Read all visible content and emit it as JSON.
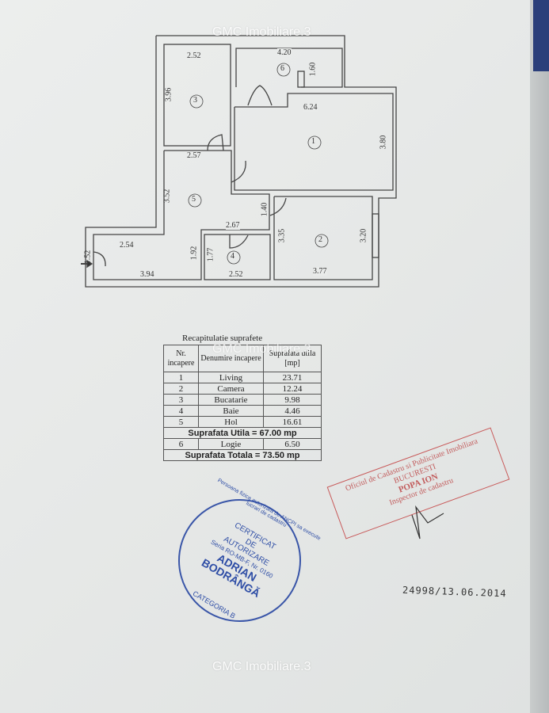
{
  "watermark": "GMC Imobiliare.3",
  "floor_plan": {
    "rooms": [
      "1",
      "2",
      "3",
      "4",
      "5",
      "6"
    ],
    "dimensions": {
      "kitchen_w": "2.52",
      "loggia_w": "4.20",
      "loggia_h": "1.60",
      "living_w": "6.24",
      "kitchen_h": "3.96",
      "living_h": "3.80",
      "hol_w": "2.57",
      "hol_h": "3.52",
      "door_h": "1.40",
      "hall_w": "2.67",
      "entry_w": "2.54",
      "entry_h": "1.52",
      "entry_bottom": "3.94",
      "entry_side": "1.92",
      "bath_h": "1.77",
      "bath_w": "2.52",
      "room2_h_left": "3.35",
      "room2_h_right": "3.20",
      "room2_w": "3.77"
    }
  },
  "table": {
    "title": "Recapitulatie suprafete",
    "headers": {
      "nr": "Nr. incapere",
      "name": "Denumire incapere",
      "area": "Suprafata utila [mp]"
    },
    "rows": [
      [
        "1",
        "Living",
        "23.71"
      ],
      [
        "2",
        "Camera",
        "12.24"
      ],
      [
        "3",
        "Bucatarie",
        "9.98"
      ],
      [
        "4",
        "Baie",
        "4.46"
      ],
      [
        "5",
        "Hol",
        "16.61"
      ]
    ],
    "subtotal": "Suprafata Utila  =  67.00 mp",
    "loggia": [
      "6",
      "Logie",
      "6.50"
    ],
    "total": "Suprafata Totala  =  73.50 mp"
  },
  "stamp_red": {
    "line1": "Oficiul de Cadastru si Publicitate Imobiliara",
    "line2": "BUCURESTI",
    "name": "POPA ION",
    "role": "Inspector de cadastru"
  },
  "stamp_blue": {
    "ring_top": "Persoana fizica autorizata de ANCPI sa execute lucrari de cadastru",
    "l1": "CERTIFICAT",
    "l2": "DE",
    "l3": "AUTORIZARE",
    "l4": "Seria RO-MB-F, Nr. 0160",
    "name1": "ADRIAN",
    "name2": "BODRÂNGĂ",
    "ring_bottom": "CATEGORIA B"
  },
  "registration": "24998/13.06.2014",
  "colors": {
    "ink": "#333333",
    "red_stamp": "#c85a5a",
    "blue_stamp": "#3a56a8"
  }
}
